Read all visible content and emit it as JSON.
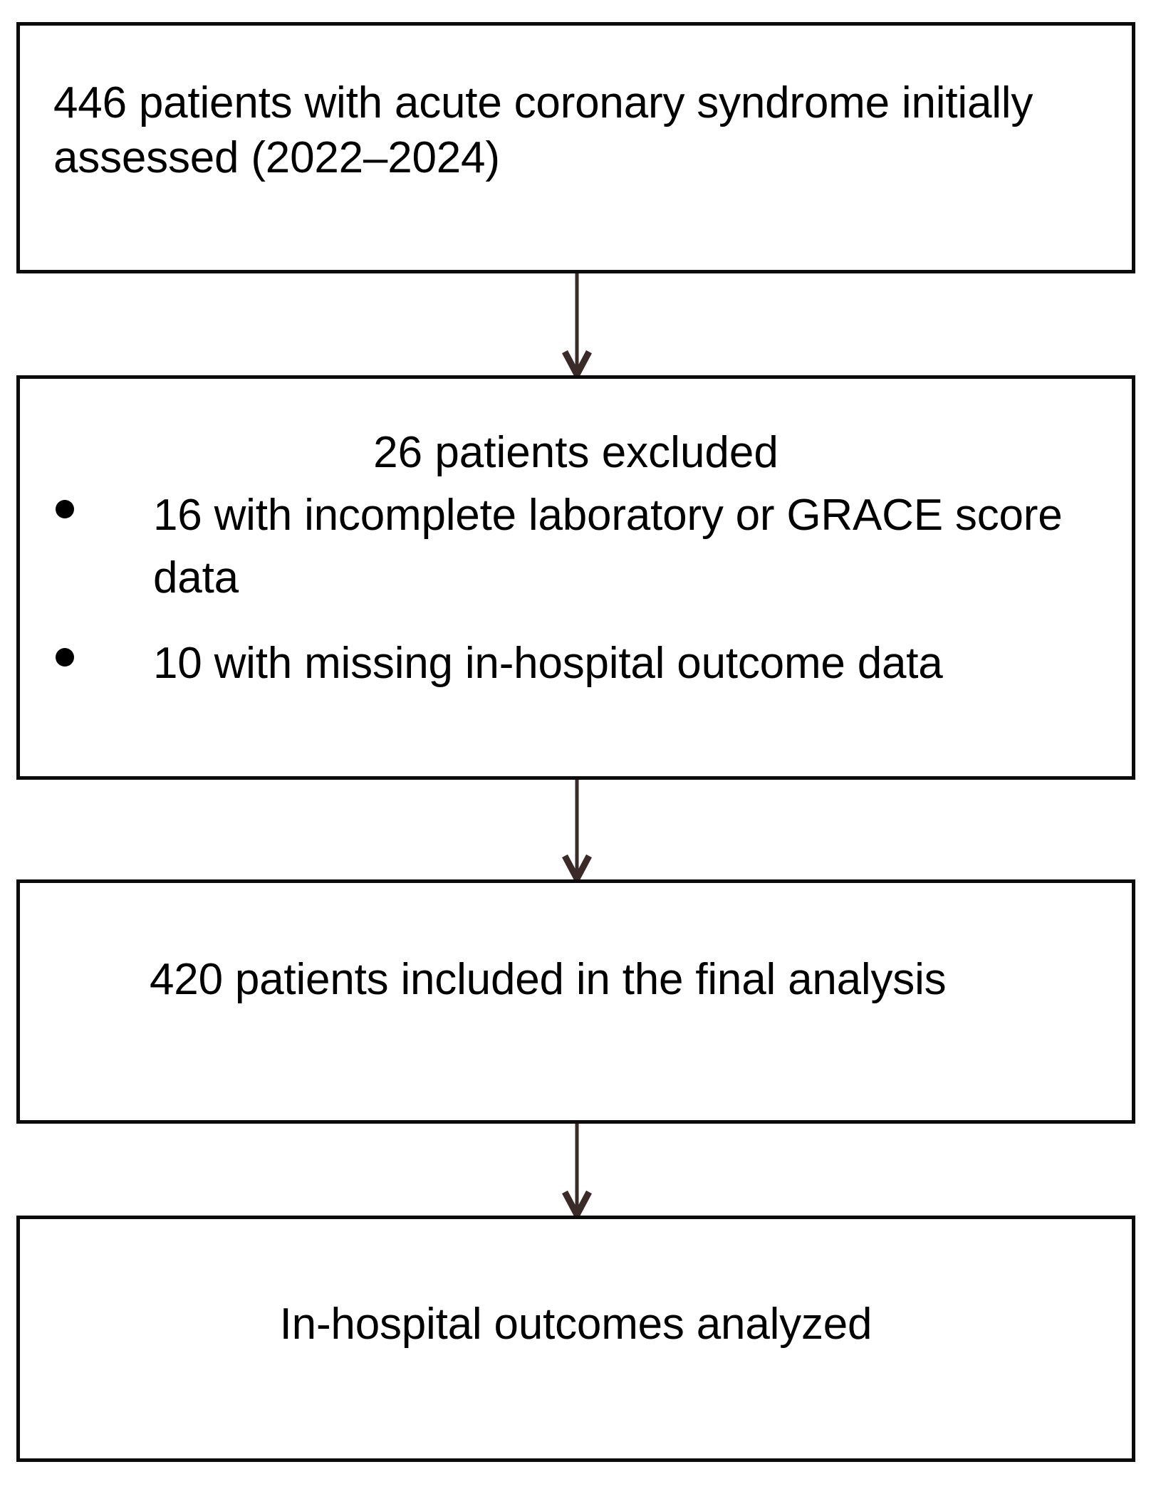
{
  "figure": {
    "type": "study-flow-diagram",
    "colors": {
      "box_border": "#0b0b0b",
      "background": "#ffffff",
      "text": "#000000",
      "arrow": "#3a2a28"
    }
  },
  "nodes": {
    "enrollment": {
      "text": "446 patients with acute coronary syndrome initially assessed (2022–2024)",
      "count": 446,
      "period": "2022–2024"
    },
    "exclusions": {
      "heading": "26 patients excluded",
      "count": 26,
      "items": [
        {
          "text": "16 with incomplete laboratory or GRACE score data",
          "count": 16
        },
        {
          "text": "10 with missing in-hospital outcome data",
          "count": 10
        }
      ]
    },
    "included": {
      "text": "420 patients included in the final analysis",
      "count": 420
    },
    "analysis": {
      "text": "In-hospital outcomes analyzed"
    }
  },
  "connectors": [
    {
      "name": "enrollment-to-exclusions",
      "direction": "down"
    },
    {
      "name": "exclusions-to-included",
      "direction": "down"
    },
    {
      "name": "included-to-analysis",
      "direction": "down"
    }
  ]
}
